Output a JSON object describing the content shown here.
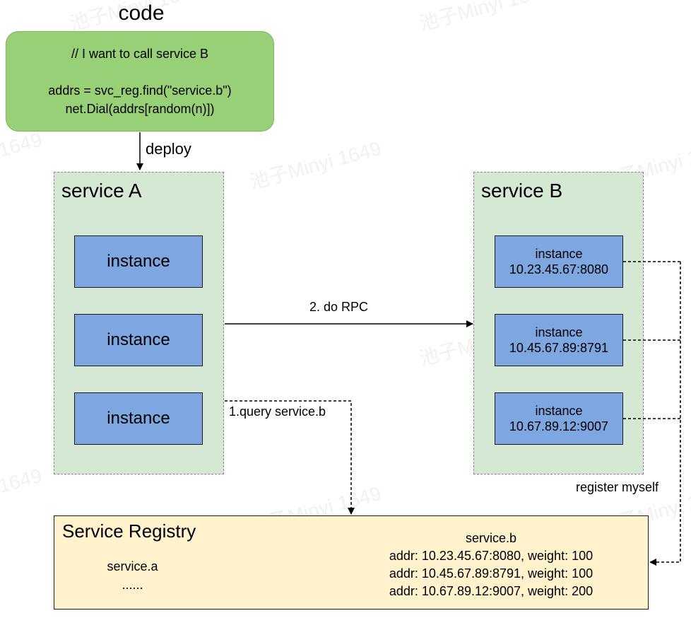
{
  "watermark": "池子Minyi 1649",
  "code": {
    "title": "code",
    "line1": "// I want to call service B",
    "line2": "addrs = svc_reg.find(\"service.b\")",
    "line3": "net.Dial(addrs[random(n)])"
  },
  "labels": {
    "deploy": "deploy",
    "do_rpc": "2. do RPC",
    "query": "1.query service.b",
    "register": "register myself"
  },
  "service_a": {
    "title": "service A",
    "instances": [
      "instance",
      "instance",
      "instance"
    ]
  },
  "service_b": {
    "title": "service B",
    "instances": [
      {
        "name": "instance",
        "addr": "10.23.45.67:8080"
      },
      {
        "name": "instance",
        "addr": "10.45.67.89:8791"
      },
      {
        "name": "instance",
        "addr": "10.67.89.12:9007"
      }
    ]
  },
  "registry": {
    "title": "Service Registry",
    "service_a_name": "service.a",
    "service_a_more": "......",
    "service_b_name": "service.b",
    "entries": [
      "addr: 10.23.45.67:8080, weight: 100",
      "addr: 10.45.67.89:8791, weight: 100",
      "addr: 10.67.89.12:9007, weight: 200"
    ]
  },
  "colors": {
    "code_fill": "#97d077",
    "service_fill": "#d5e8d4",
    "instance_fill": "#7ea6e0",
    "registry_fill": "#fff2cc"
  }
}
